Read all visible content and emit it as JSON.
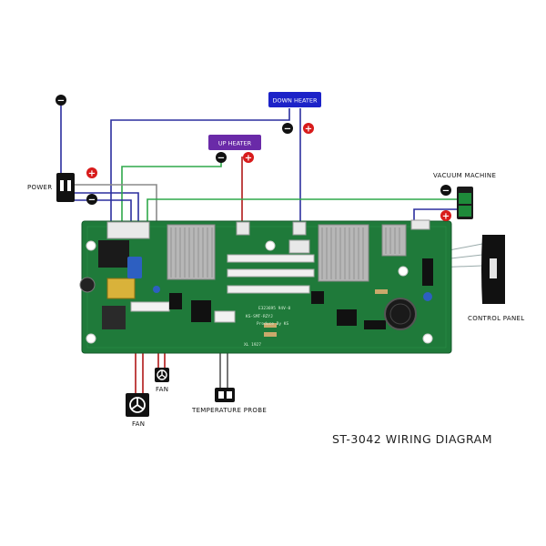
{
  "title": "ST-3042  WIRING DIAGRAM",
  "labels": {
    "power": "POWER",
    "down_heater": "DOWN HEATER",
    "up_heater": "UP HEATER",
    "vacuum_machine": "VACUUM  MACHINE",
    "control_panel": "CONTROL  PANEL",
    "fan_1": "FAN",
    "fan_2": "FAN",
    "temperature_probe": "TEMPERATURE  PROBE"
  },
  "pcb": {
    "model": "KS-SMT-RZYJ",
    "produce": "Produce By KS",
    "date": "XL 1927",
    "cert": "E323695  94V-0"
  },
  "polarity": {
    "negative": "−",
    "positive": "+"
  },
  "colors": {
    "board": "#1f7a3a",
    "board_dark": "#166030",
    "wire_blue": "#2b2f9e",
    "wire_green": "#2fa84a",
    "wire_red": "#b01818",
    "wire_gray": "#8a8a8a",
    "tag_down": "#1c22c8",
    "tag_up": "#6a2aa8",
    "positive": "#d81b1b",
    "negative": "#111111"
  },
  "icons": [
    "fan-icon",
    "temperature-probe-icon",
    "power-plug-icon",
    "vacuum-machine-icon",
    "control-panel-icon"
  ]
}
